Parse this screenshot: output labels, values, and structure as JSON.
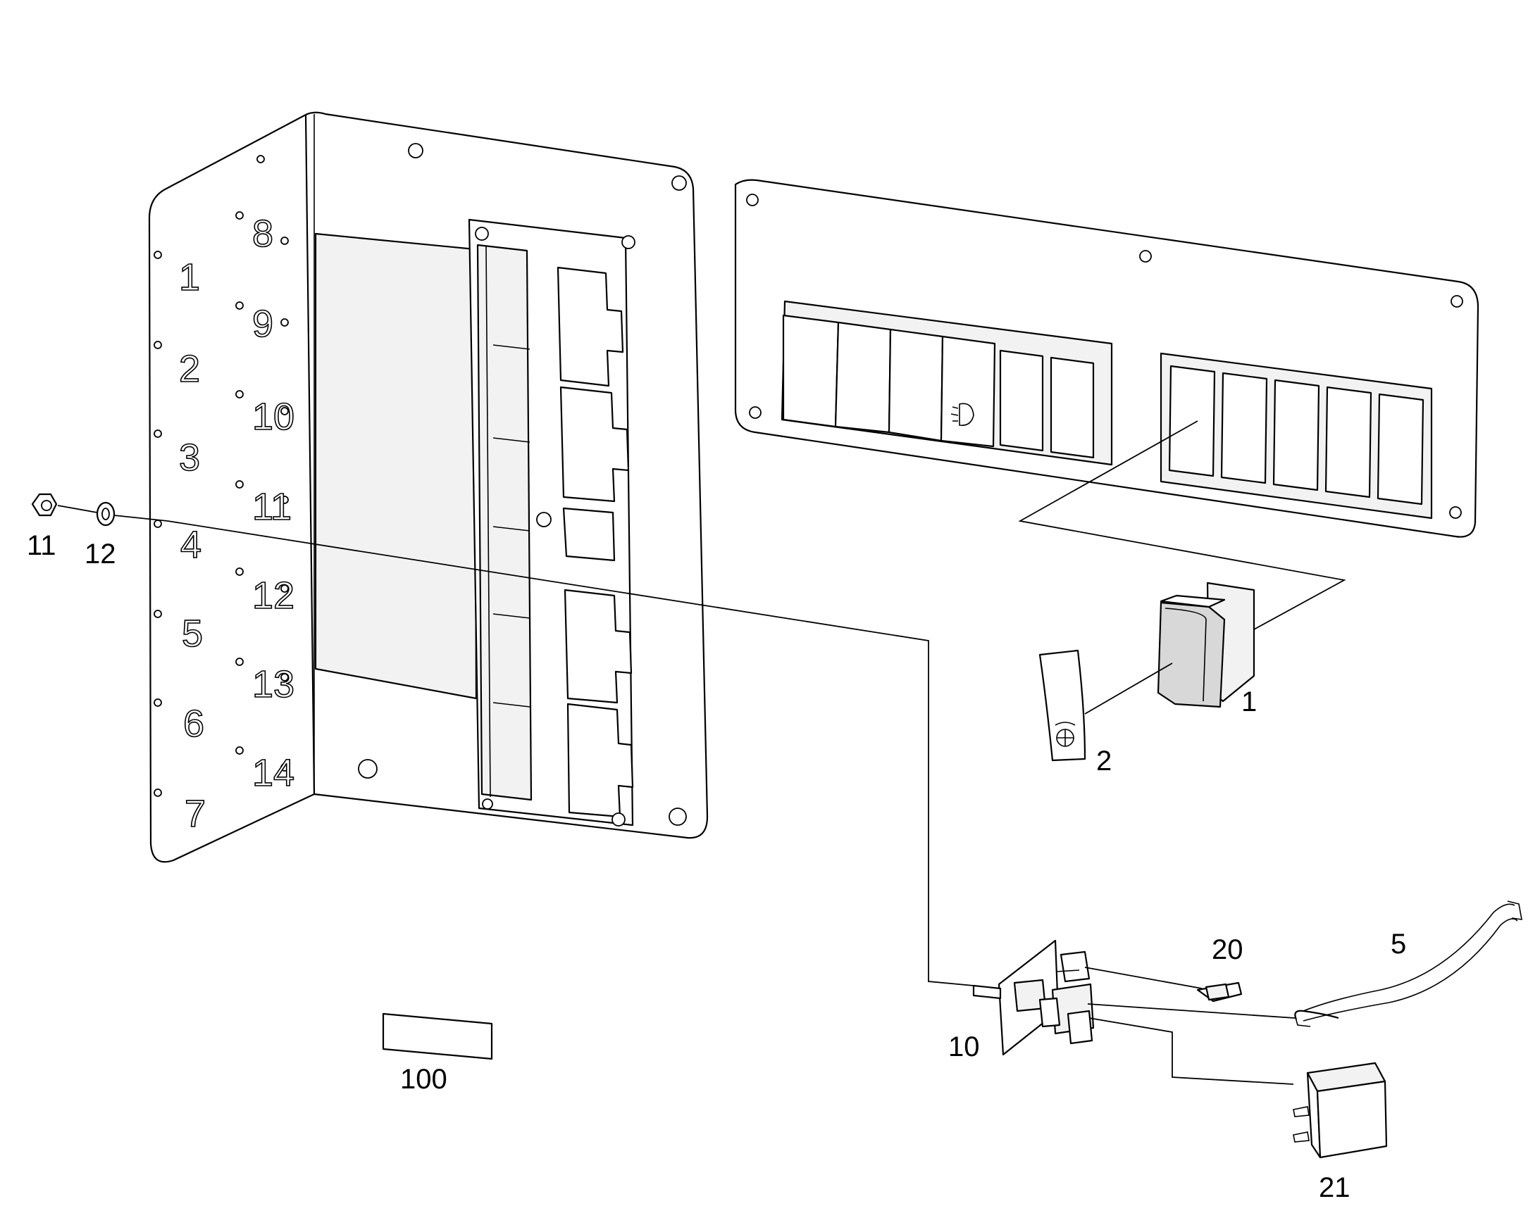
{
  "callouts": {
    "c1": "1",
    "c2": "2",
    "c5": "5",
    "c10": "10",
    "c11": "11",
    "c12": "12",
    "c20": "20",
    "c21": "21",
    "c100": "100"
  },
  "plate_numbers": {
    "left_column": [
      "1",
      "2",
      "3",
      "4",
      "5",
      "6",
      "7"
    ],
    "right_column": [
      "8",
      "9",
      "10",
      "11",
      "12",
      "13",
      "14"
    ]
  }
}
